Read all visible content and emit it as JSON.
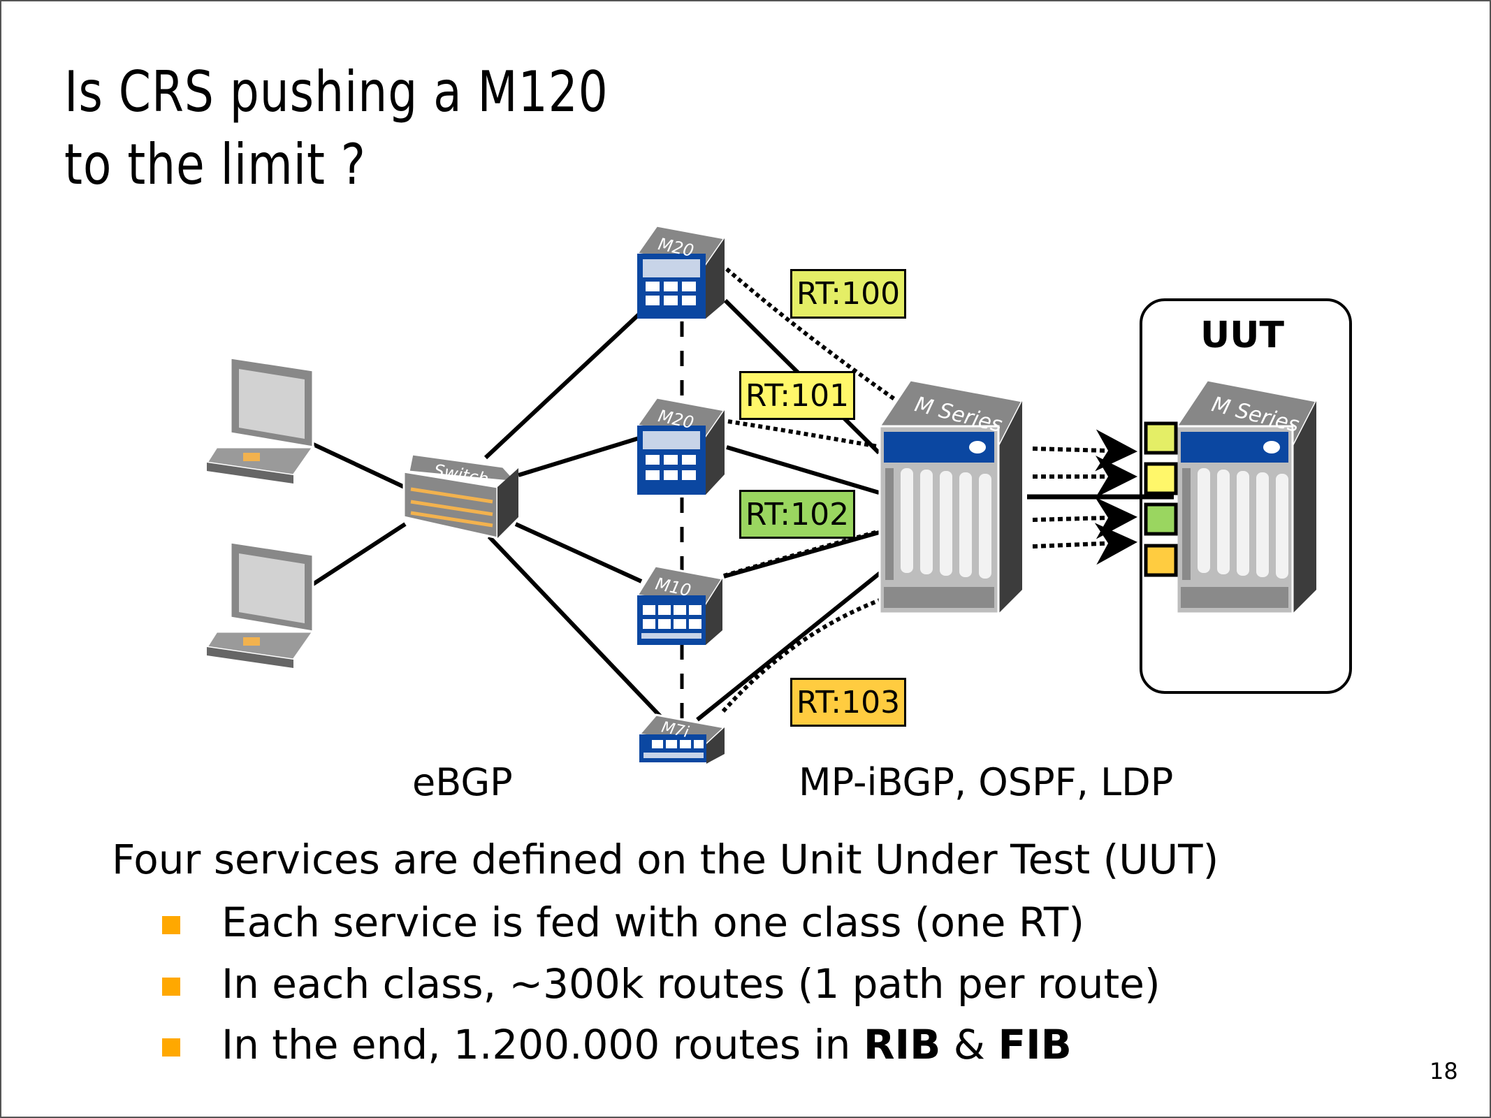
{
  "slide": {
    "title_line1": "Is CRS pushing a M120",
    "title_line2": "to the limit ?",
    "page_number": "18"
  },
  "diagram": {
    "nodes": {
      "switch_label": "Switch",
      "m20_top_label": "M20",
      "m20_mid_label": "M20",
      "m10_label": "M10",
      "m7i_label": "M7i",
      "core_label": "M Series",
      "uut_router_label": "M Series"
    },
    "uut_box_title": "UUT",
    "route_targets": [
      {
        "label": "RT:100",
        "color": "#e4ee66"
      },
      {
        "label": "RT:101",
        "color": "#fff76a"
      },
      {
        "label": "RT:102",
        "color": "#9ad660"
      },
      {
        "label": "RT:103",
        "color": "#ffcc40"
      }
    ],
    "protocol_labels": {
      "left": "eBGP",
      "right": "MP-iBGP, OSPF, LDP"
    },
    "colors": {
      "router_blue": "#0b47a1",
      "router_grey": "#878787",
      "router_dark": "#3c3c3c",
      "switch_arrow": "#f2b24e",
      "bullet": "#ffa800"
    }
  },
  "body": {
    "intro": "Four services are defined on the Unit Under Test (UUT)",
    "bullets": [
      {
        "text": "Each service is fed with one class (one RT)"
      },
      {
        "text": "In each class, ~300k routes (1 path per route)"
      },
      {
        "text_prefix": "In the end, 1.200.000 routes in ",
        "bold1": "RIB",
        "mid": " & ",
        "bold2": "FIB"
      }
    ]
  }
}
